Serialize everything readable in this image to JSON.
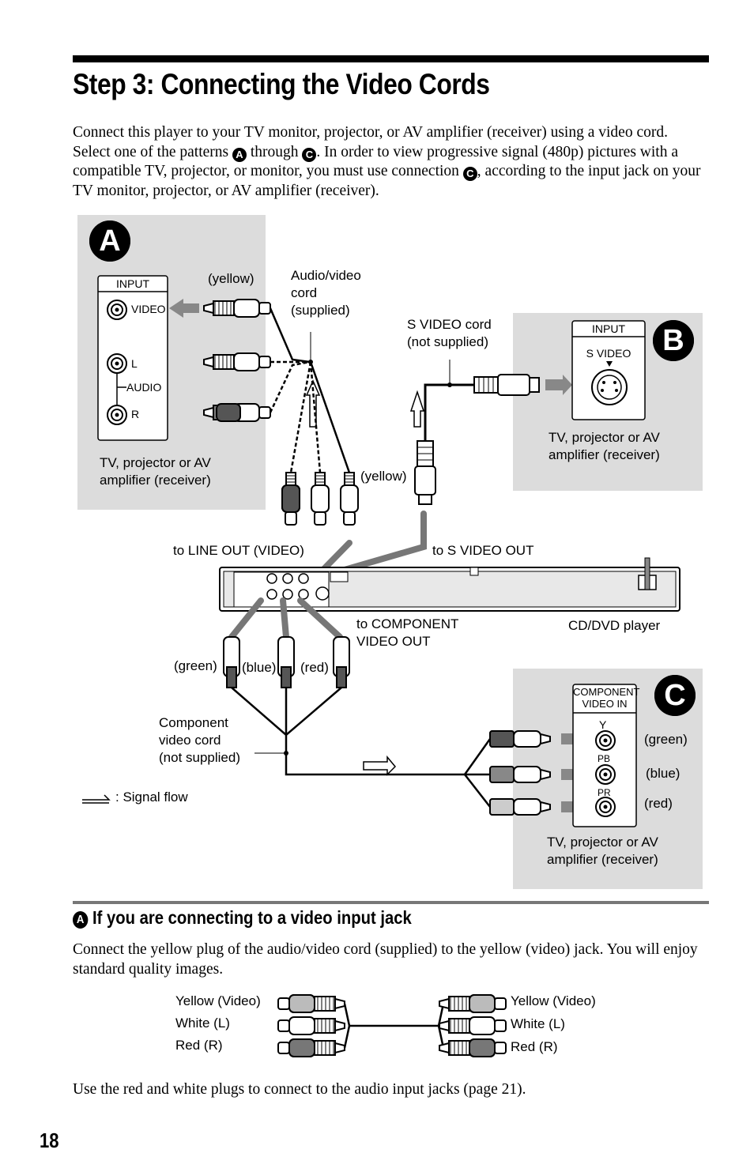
{
  "page": {
    "title": "Step 3: Connecting the Video Cords",
    "intro": {
      "p1": "Connect this player to your TV monitor, projector, or AV amplifier (receiver) using a video cord. Select one of the patterns ",
      "badge_a": "A",
      "p2": " through ",
      "badge_c": "C",
      "p3": ". In order to view progressive signal (480p) pictures with a compatible TV, projector, or monitor, you must use connection ",
      "badge_c2": "C",
      "p4": ", according to the input jack on your TV monitor, projector, or AV amplifier (receiver)."
    },
    "page_number": "18"
  },
  "diagram": {
    "panel_a": {
      "badge": "A",
      "input_box": {
        "header": "INPUT",
        "video": "VIDEO",
        "l": "L",
        "audio": "AUDIO",
        "r": "R"
      },
      "device_label": [
        "TV, projector or AV",
        "amplifier (receiver)"
      ],
      "yellow_label": "(yellow)"
    },
    "av_cord_label": [
      "Audio/video",
      "cord",
      "(supplied)"
    ],
    "svideo_cord_label": [
      "S VIDEO cord",
      "(not supplied)"
    ],
    "panel_b": {
      "badge": "B",
      "input_box": {
        "header": "INPUT",
        "svideo": "S VIDEO"
      },
      "device_label": [
        "TV, projector or AV",
        "amplifier (receiver)"
      ]
    },
    "yellow_label_2": "(yellow)",
    "to_line_out": "to LINE OUT (VIDEO)",
    "to_svideo_out": "to S VIDEO OUT",
    "to_component": [
      "to COMPONENT",
      "VIDEO OUT"
    ],
    "player_label": "CD/DVD player",
    "green": "(green)",
    "blue": "(blue)",
    "red": "(red)",
    "component_cord_label": [
      "Component",
      "video cord",
      "(not supplied)"
    ],
    "signal_flow": ": Signal flow",
    "panel_c": {
      "badge": "C",
      "input_box": {
        "header1": "COMPONENT",
        "header2": "VIDEO IN",
        "y": "Y",
        "pb": "PB",
        "pr": "PR"
      },
      "green": "(green)",
      "blue": "(blue)",
      "red": "(red)",
      "device_label": [
        "TV, projector or AV",
        "amplifier (receiver)"
      ]
    }
  },
  "section_a": {
    "badge": "A",
    "heading": "If you are connecting to a video input jack",
    "body": "Connect the yellow plug of the audio/video cord (supplied) to the yellow (video) jack. You will enjoy standard quality images.",
    "cable_left": [
      "Yellow (Video)",
      "White (L)",
      "Red (R)"
    ],
    "cable_right": [
      "Yellow (Video)",
      "White (L)",
      "Red (R)"
    ],
    "footer_text": "Use the red and white plugs to connect to the audio input jacks (page 21)."
  }
}
